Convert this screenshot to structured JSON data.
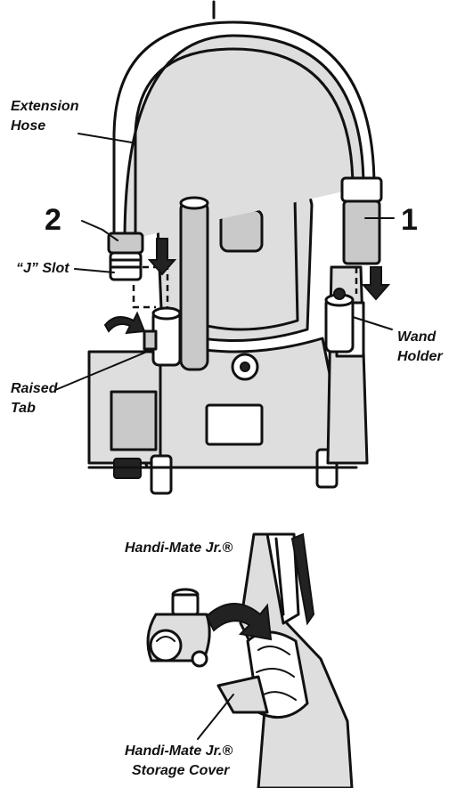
{
  "figure1": {
    "callouts": {
      "extension_hose_line1": "Extension",
      "extension_hose_line2": "Hose",
      "step_two": "2",
      "step_one": "1",
      "j_slot": "“J” Slot",
      "raised_tab_line1": "Raised",
      "raised_tab_line2": "Tab",
      "wand_holder_line1": "Wand",
      "wand_holder_line2": "Holder"
    }
  },
  "figure2": {
    "callouts": {
      "handi_mate": "Handi-Mate Jr.®",
      "storage_cover_line1": "Handi-Mate Jr.®",
      "storage_cover_line2": "Storage Cover"
    }
  }
}
